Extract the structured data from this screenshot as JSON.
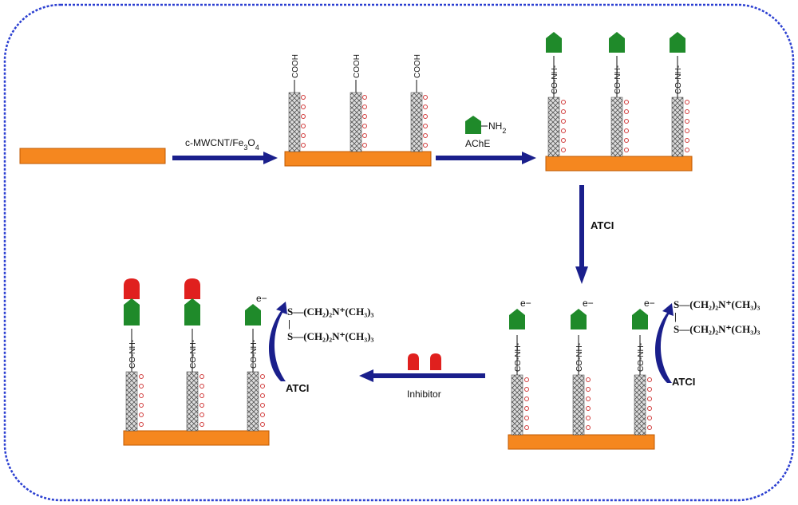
{
  "labels": {
    "step1": "c-MWCNT/Fe",
    "step1_sub3": "3",
    "step1_o": "O",
    "step1_sub4": "4",
    "ache": "AChE",
    "nh2": "NH",
    "nh2_sub": "2",
    "atci_down": "ATCI",
    "atci_right": "ATCI",
    "atci_left": "ATCI",
    "inhibitor": "Inhibitor",
    "cooh": "COOH",
    "conh": "CO-NH-",
    "electron": "e−",
    "chem_line": "S—(CH₂)₂N⁺(CH₃)₃",
    "chem_bond": "|"
  },
  "colors": {
    "electrode": "#f5871f",
    "electrode_edge": "#c05a00",
    "arrow": "#1a1f8c",
    "enzyme": "#1f8a2a",
    "inhibitor": "#e0201e",
    "frame": "#2b3fd1",
    "oxide": "#d03a3a"
  }
}
